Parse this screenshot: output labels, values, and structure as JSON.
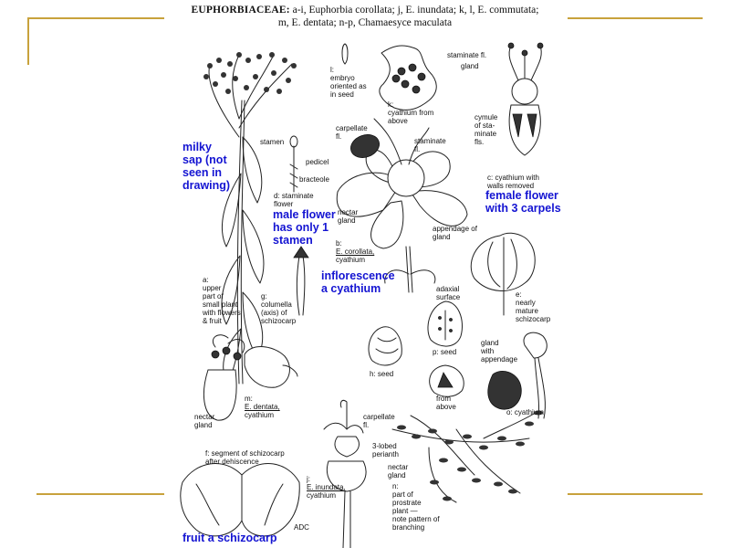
{
  "plate": {
    "title_family": "EUPHORBIACEAE:",
    "title_line1": "a-i, Euphorbia corollata; j, E. inundata; k, l, E. commutata;",
    "title_line2": "m, E. dentata; n-p, Chamaesyce maculata"
  },
  "labels": {
    "l": "l:\nembryo\noriented as\nin seed",
    "staminate_fl": "staminate fl.",
    "gland": "gland",
    "k": "k:\ncyathium from\nabove",
    "carpellate_fl": "carpellate\nfl.",
    "staminate_fl2": "staminate\nfl.",
    "stamen": "stamen",
    "pedicel": "pedicel",
    "bracteole": "bracteole",
    "d": "d: staminate\nflower",
    "cymule": "cymule\nof sta-\nminate\nfls.",
    "c": "c: cyathium with\nwalls removed",
    "nectar_gland": "nectar\ngland",
    "appendage": "appendage of\ngland",
    "b_name": "E. corollata,",
    "b_prefix": "b:",
    "b_rest": "cyathium",
    "a": "a:\nupper\npart of\nsmall plant\nwith flowers\n& fruit",
    "g": "g:\ncolumella\n(axis) of\nschizocarp",
    "adaxial": "adaxial\nsurface",
    "e": "e:\nnearly\nmature\nschizocarp",
    "p": "p: seed",
    "h": "h: seed",
    "from_above": "from\nabove",
    "gland_app": "gland\nwith\nappendage",
    "o": "o: cyathium",
    "m_prefix": "m:",
    "m_name": "E. dentata,",
    "m_rest": "cyathium",
    "nectar_gland_m": "nectar\ngland",
    "carpellate_j": "carpellate\nfl.",
    "perianth": "3-lobed\nperianth",
    "nectar_gland_j": "nectar\ngland",
    "j_prefix": "j:",
    "j_name": "E. inundata,",
    "j_rest": "cyathium",
    "f": "f: segment of schizocarp\nafter dehiscence",
    "n": "n:\npart of\nprostrate\nplant —\nnote pattern of\nbranching",
    "adc": "ADC"
  },
  "notes": {
    "milky": "milky\nsap (not\nseen in\ndrawing)",
    "male": "male flower\nhas only 1\nstamen",
    "female": "female flower\nwith 3 carpels",
    "inflor": "inflorescence\na cyathium",
    "fruit": "fruit a schizocarp"
  },
  "colors": {
    "accent_line": "#c8a23c",
    "annotation": "#1414d2"
  }
}
